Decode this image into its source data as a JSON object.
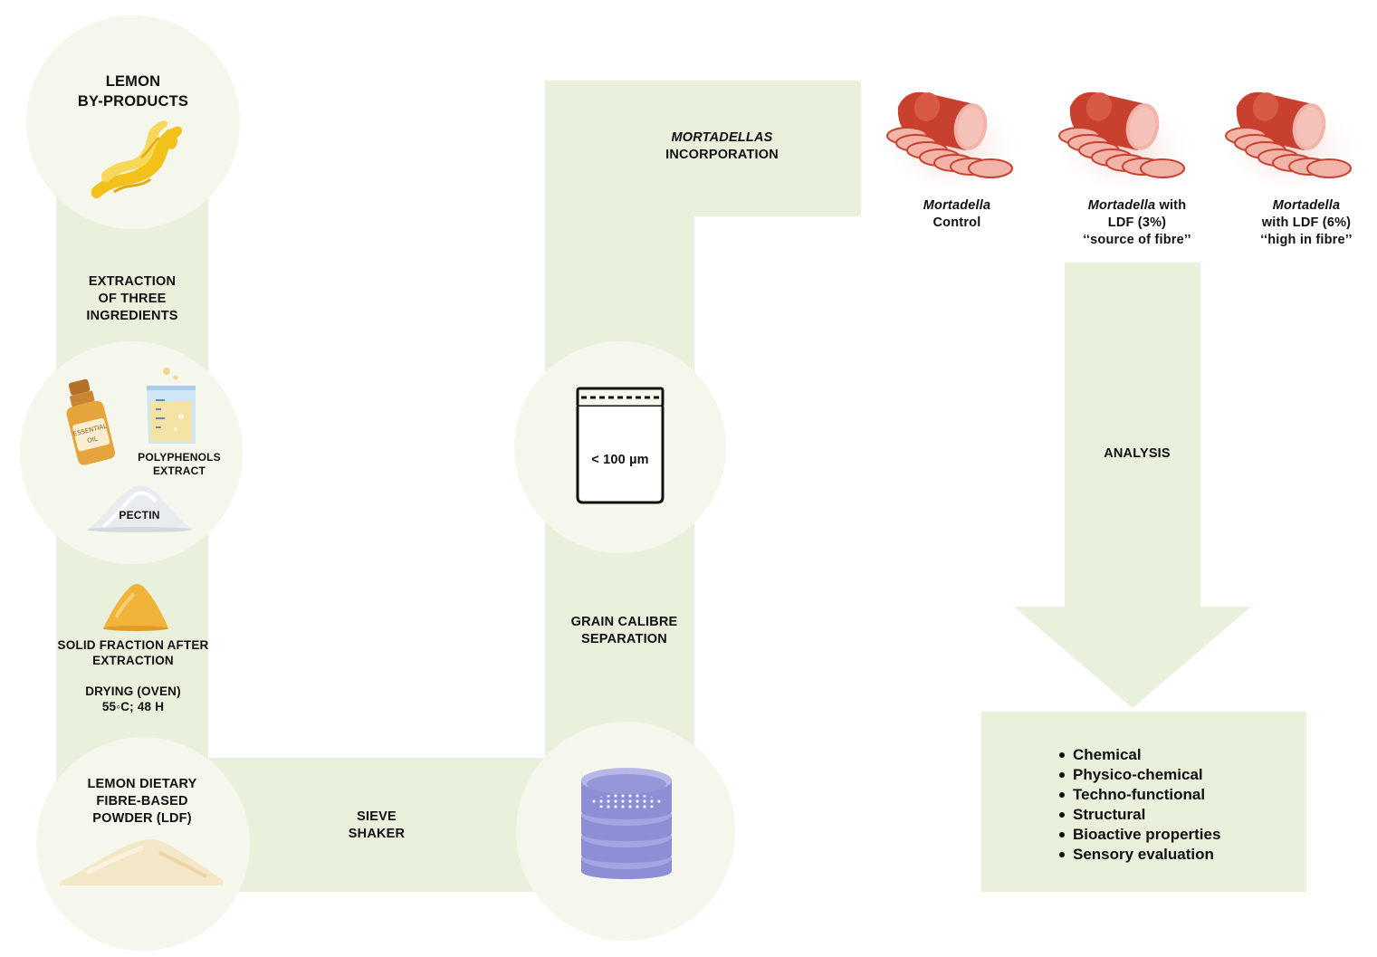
{
  "steps": {
    "lemon_byproducts": [
      "LEMON",
      "BY-PRODUCTS"
    ],
    "extraction": [
      "EXTRACTION",
      "OF THREE",
      "INGREDIENTS"
    ],
    "polyphenols": [
      "POLYPHENOLS",
      "EXTRACT"
    ],
    "pectin": "PECTIN",
    "essential_oil_bottle": [
      "ESSENTIAL",
      "OIL"
    ],
    "solid_fraction": [
      "SOLID FRACTION AFTER",
      "EXTRACTION"
    ],
    "drying": [
      "DRYING (OVEN)",
      "55◦C; 48 H"
    ],
    "ldf_powder": [
      "LEMON DIETARY",
      "FIBRE-BASED",
      "POWDER (LDF)"
    ],
    "sieve_shaker": [
      "SIEVE",
      "SHAKER"
    ],
    "grain_calibre": [
      "GRAIN CALIBRE",
      "SEPARATION"
    ],
    "bag_size": "< 100 µm",
    "incorporation": {
      "italic": "MORTADELLAS",
      "rest": "INCORPORATION"
    },
    "analysis": "ANALYSIS"
  },
  "samples": [
    {
      "italic": "Mortadella",
      "line1_rest": "",
      "line2": "Control",
      "line3": ""
    },
    {
      "italic": "Mortadella",
      "line1_rest": " with",
      "line2": "LDF (3%)",
      "line3": "‘‘source of fibre’’"
    },
    {
      "italic": "Mortadella",
      "line1_rest": "",
      "line2": "with LDF (6%)",
      "line3": "‘‘high in fibre’’"
    }
  ],
  "analysis_items": [
    "Chemical",
    "Physico-chemical",
    "Techno-functional",
    "Structural",
    "Bioactive properties",
    "Sensory evaluation"
  ],
  "colors": {
    "band": "#e9f0dc",
    "circle": "#f5f6ec",
    "lemon_peel": "#f2c21b",
    "sieve": "#8d8fd6",
    "mortadella_casing": "#c8412e",
    "mortadella_slice": "#f2b3a8"
  }
}
